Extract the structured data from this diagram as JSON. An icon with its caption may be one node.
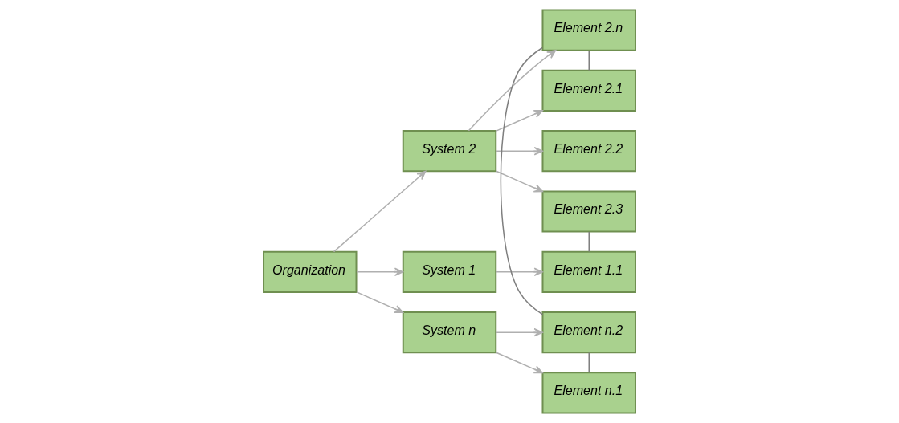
{
  "diagram": {
    "nodes": [
      {
        "text": [
          "Organization"
        ]
      },
      {
        "text": [
          "System 2"
        ]
      },
      {
        "text": [
          "System 1"
        ]
      },
      {
        "text": [
          "System n"
        ]
      },
      {
        "text": [
          "Element 2.n"
        ]
      },
      {
        "text": [
          "Element 2.1"
        ]
      },
      {
        "text": [
          "Element 2.2"
        ]
      },
      {
        "text": [
          "Element 2.3"
        ]
      },
      {
        "text": [
          "Element 1.1"
        ]
      },
      {
        "text": [
          "Element n.2"
        ]
      },
      {
        "text": [
          "Element n.1"
        ]
      }
    ],
    "edges": [
      {
        "from": 0,
        "to": 1,
        "arrow": "to"
      },
      {
        "from": 0,
        "to": 2,
        "arrow": "to"
      },
      {
        "from": 0,
        "to": 3,
        "arrow": "to"
      },
      {
        "from": 1,
        "to": 4,
        "arrow": "to"
      },
      {
        "from": 1,
        "to": 5,
        "arrow": "to"
      },
      {
        "from": 1,
        "to": 6,
        "arrow": "to"
      },
      {
        "from": 1,
        "to": 7,
        "arrow": "to"
      },
      {
        "from": 2,
        "to": 8,
        "arrow": "to"
      },
      {
        "from": 3,
        "to": 9,
        "arrow": "to"
      },
      {
        "from": 3,
        "to": 10,
        "arrow": "to"
      },
      {
        "from": 4,
        "to": 5,
        "arrow": "none",
        "color": "#7f7f7f"
      },
      {
        "from": 4,
        "to": 9,
        "arrow": "none",
        "color": "#7f7f7f"
      },
      {
        "from": 9,
        "to": 10,
        "arrow": "none",
        "color": "#7f7f7f"
      },
      {
        "from": 7,
        "to": 8,
        "arrow": "none",
        "color": "#7f7f7f"
      }
    ]
  }
}
